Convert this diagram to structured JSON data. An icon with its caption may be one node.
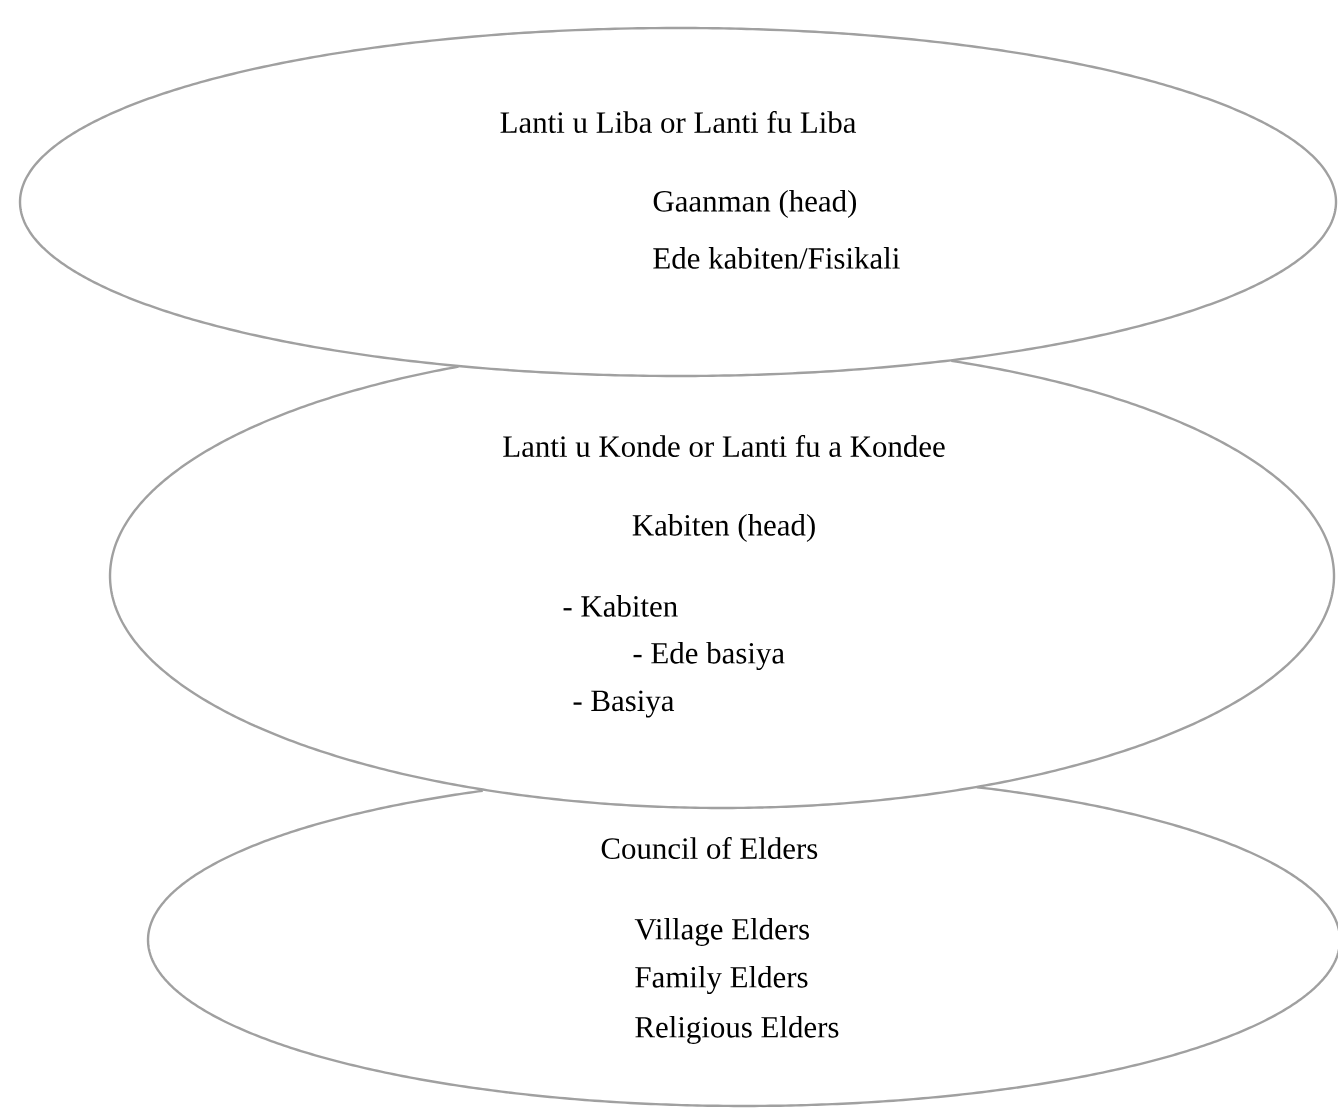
{
  "diagram": {
    "nodes": [
      {
        "text": [
          "Lanti u Liba or Lanti fu Liba",
          "Gaanman (head)",
          "Ede kabiten/Fisikali"
        ]
      },
      {
        "text": [
          "Lanti u Konde or Lanti fu a Kondee",
          "Kabiten (head)",
          "- Kabiten",
          "- Ede basiya",
          "- Basiya"
        ]
      },
      {
        "text": [
          "Council of Elders",
          "Village Elders",
          "Family Elders",
          "Religious Elders"
        ]
      }
    ]
  }
}
